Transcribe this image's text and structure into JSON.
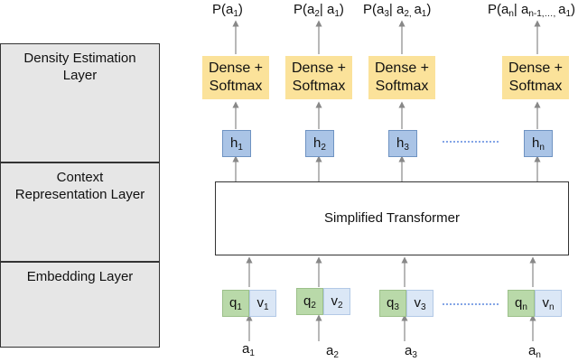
{
  "layers": {
    "density": [
      "Density Estimation",
      "Layer"
    ],
    "context": [
      "Context",
      "Representation Layer"
    ],
    "embedding": [
      "Embedding Layer"
    ]
  },
  "transformer_label": "Simplified Transformer",
  "dense_label": [
    "Dense +",
    "Softmax"
  ],
  "columns": [
    {
      "prob": [
        "P(a",
        "1",
        ")"
      ],
      "h": [
        "h",
        "1"
      ],
      "q": [
        "q",
        "1"
      ],
      "v": [
        "v",
        "1"
      ],
      "a": [
        "a",
        "1"
      ]
    },
    {
      "prob": [
        "P(a",
        "2",
        "| a",
        "1",
        ")"
      ],
      "h": [
        "h",
        "2"
      ],
      "q": [
        "q",
        "2"
      ],
      "v": [
        "v",
        "2"
      ],
      "a": [
        "a",
        "2"
      ]
    },
    {
      "prob": [
        "P(a",
        "3",
        "| a",
        "2, ",
        "a",
        "1",
        ")"
      ],
      "h": [
        "h",
        "3"
      ],
      "q": [
        "q",
        "3"
      ],
      "v": [
        "v",
        "3"
      ],
      "a": [
        "a",
        "3"
      ]
    },
    {
      "prob": [
        "P(a",
        "n",
        "| a",
        "n-1,…, ",
        "a",
        "1",
        ")"
      ],
      "h": [
        "h",
        "n"
      ],
      "q": [
        "q",
        "n"
      ],
      "v": [
        "v",
        "n"
      ],
      "a": [
        "a",
        "n"
      ]
    }
  ]
}
